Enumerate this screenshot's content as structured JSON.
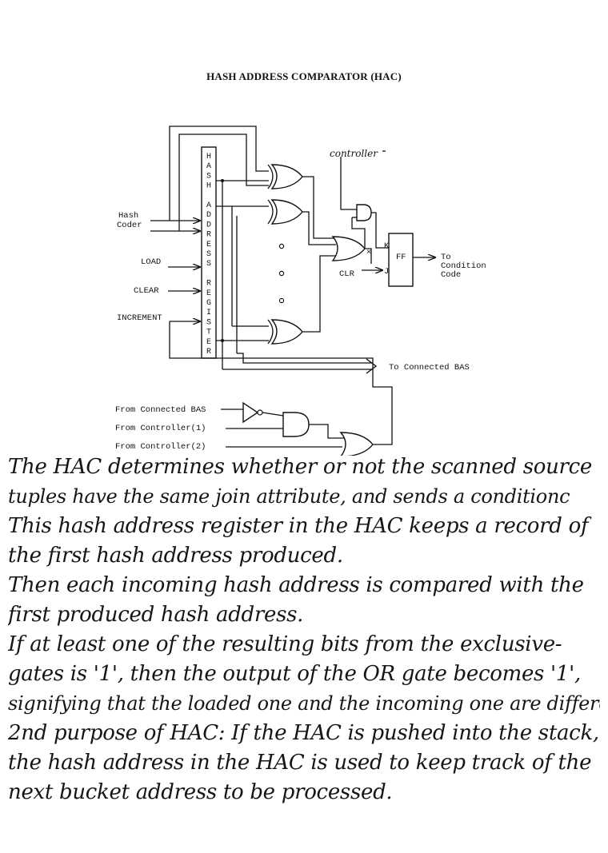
{
  "title": "HASH ADDRESS COMPARATOR (HAC)",
  "diagram": {
    "register_letters": [
      "H",
      "A",
      "S",
      "H",
      "",
      "A",
      "D",
      "D",
      "R",
      "E",
      "S",
      "S",
      "",
      "R",
      "E",
      "G",
      "I",
      "S",
      "T",
      "E",
      "R"
    ],
    "inputs": {
      "hash_coder_1": "Hash",
      "hash_coder_2": "Coder",
      "load": "LOAD",
      "clear": "CLEAR",
      "increment": "INCREMENT"
    },
    "controller": "controller",
    "flipflop": {
      "k": "K",
      "ff": "FF",
      "j": "J",
      "clr": "CLR"
    },
    "output_condition_1": "To",
    "output_condition_2": "Condition",
    "output_condition_3": "Code",
    "to_connected_bas": "To Connected BAS",
    "bottom_inputs": {
      "from_connected_bas": "From Connected BAS",
      "from_controller_1": "From Controller(1)",
      "from_controller_2": "From Controller(2)"
    }
  },
  "notes": [
    "The HAC determines whether or not the scanned source",
    "tuples have the same join attribute, and sends a conditionc",
    "This hash address register in the HAC keeps a record of",
    "the first hash address produced.",
    "Then each incoming hash address is compared with the",
    "first produced hash address.",
    "If at least one of the resulting bits from the exclusive-",
    "gates is '1', then the output of the OR gate becomes '1',",
    "signifying that the loaded one and the incoming one are differe",
    "2nd purpose of HAC: If the HAC is pushed into the stack,",
    "the hash address in the HAC is used to keep track of the",
    "next bucket address to be processed."
  ]
}
